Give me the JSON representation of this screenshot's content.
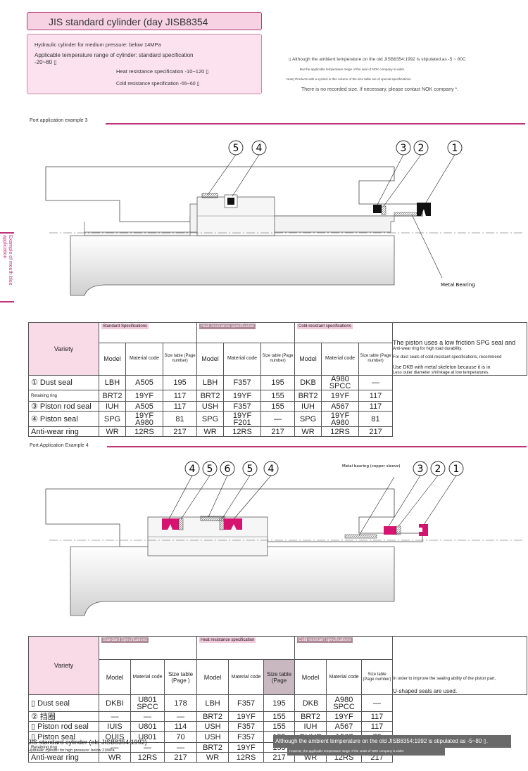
{
  "header": {
    "title": "JIS standard cylinder (day JISB8354",
    "spec_lines": [
      "Hydraulic cylinder for medium pressure: below 14MPa",
      "Applicable temperature range of cylinder: standard specification",
      "-20~80 ▯",
      "Heat resistance specification -10~120 ▯",
      "Cold resistance specification -55~60 ▯"
    ],
    "notes": [
      "▯ Although the ambient temperature on the old JISB8354:1992 is stipulated as -5 ~ 80C",
      "But the applicable temperature range of the seal of NOK company is wider.",
      "Note) Products with a symbol in this column of the size table are of special specifications.",
      "There is no recorded size. If necessary, please contact NOK company *."
    ]
  },
  "side_tab": "Example of mouth blue application",
  "section3": {
    "label": "Port application example 3",
    "callouts_left": [
      "5",
      "4"
    ],
    "callouts_right": [
      "3",
      "2",
      "1"
    ],
    "bearing_label": "Metal Bearing",
    "table": {
      "variety": "Variety",
      "groups": [
        "Standard Specifications",
        "Heat resistance specification",
        "Cold-resistant specifications"
      ],
      "sub_headers": [
        "Model",
        "Material code",
        "Size table (Page number)"
      ],
      "rows": [
        {
          "name": "①  Dust seal",
          "cells": [
            "LBH",
            "A505",
            "195",
            "LBH",
            "F357",
            "195",
            "DKB",
            "A980\nSPCC",
            "—"
          ]
        },
        {
          "name": "Retaining ring",
          "cells": [
            "BRT2",
            "19YF",
            "117",
            "BRT2",
            "19YF",
            "155",
            "BRT2",
            "19YF",
            "117"
          ]
        },
        {
          "name": "③  Piston rod seal",
          "cells": [
            "IUH",
            "A505",
            "117",
            "USH",
            "F357",
            "155",
            "IUH",
            "A567",
            "117"
          ]
        },
        {
          "name": "④  Piston seal",
          "cells": [
            "SPG",
            "19YF\nA980",
            "81",
            "SPG",
            "19YF\nF201",
            "—",
            "SPG",
            "19YF\nA980",
            "81"
          ]
        },
        {
          "name": "Anti-wear ring",
          "cells": [
            "WR",
            "12RS",
            "217",
            "WR",
            "12RS",
            "217",
            "WR",
            "12RS",
            "217"
          ]
        }
      ],
      "remarks": [
        "The piston uses a low friction SPG seal and",
        "Anti-wear ring for high load durability.",
        "For dust seals of cold-resistant specifications, recommend",
        "Use DKB with metal skeleton because it is in",
        "Less outer diameter shrinkage at low temperatures."
      ]
    }
  },
  "section4": {
    "label": "Port Application Example 4",
    "callouts_left": [
      "4",
      "5",
      "6",
      "5",
      "4"
    ],
    "callouts_right": [
      "3",
      "2",
      "1"
    ],
    "bearing_label": "Metal bearing (copper sleeve)",
    "table": {
      "variety": "Variety",
      "groups": [
        "Standard Specifications",
        "Heat resistance specification",
        "Cold-resistant specifications"
      ],
      "sub_headers": [
        "Model",
        "Material code",
        "Size table (Page )",
        "Model",
        "Material code",
        "Size table (Page",
        "Model",
        "Material code",
        "Size table (Page number)"
      ],
      "rows": [
        {
          "name": "▯ Dust seal",
          "cells": [
            "DKBI",
            "U801\nSPCC",
            "178",
            "LBH",
            "F357",
            "195",
            "DKB",
            "A980\nSPCC",
            "—"
          ]
        },
        {
          "name": "②  挡圈",
          "cells": [
            "—",
            "—",
            "—",
            "BRT2",
            "19YF",
            "155",
            "BRT2",
            "19YF",
            "117"
          ]
        },
        {
          "name": "▯ Piston rod seal",
          "cells": [
            "IUIS",
            "U801",
            "114",
            "USH",
            "F357",
            "155",
            "IUH",
            "A567",
            "117"
          ]
        },
        {
          "name": "▯ Piston seal",
          "cells": [
            "OUIS",
            "U801",
            "70",
            "USH",
            "F357",
            "155",
            "OUHR",
            "A567",
            "72"
          ]
        },
        {
          "name": "Retaining ring",
          "cells": [
            "—",
            "—",
            "—",
            "BRT2",
            "19YF",
            "155",
            "BRT2",
            "19YF",
            "72"
          ]
        },
        {
          "name": "Anti-wear ring",
          "cells": [
            "WR",
            "12RS",
            "217",
            "WR",
            "12RS",
            "217",
            "WR",
            "12RS",
            "217"
          ]
        }
      ],
      "remarks": [
        "In order to improve the sealing ability of the piston part,",
        "U-shaped seals are used."
      ]
    }
  },
  "footer": {
    "title": "JIS standard cylinder (old JISB8354:1992)",
    "subtitle": "Hydraulic cylinder for high pressure: below 21MPa",
    "note1": "Although the ambient temperature on the old JISB8354:1992 is stipulated as -5~80 ▯.",
    "note2": "However, the applicable temperature range of the seals of NOK company is wider."
  },
  "colors": {
    "accent": "#c0337a",
    "seal": "#d6146f",
    "header_fill": "#f9dbe8"
  }
}
